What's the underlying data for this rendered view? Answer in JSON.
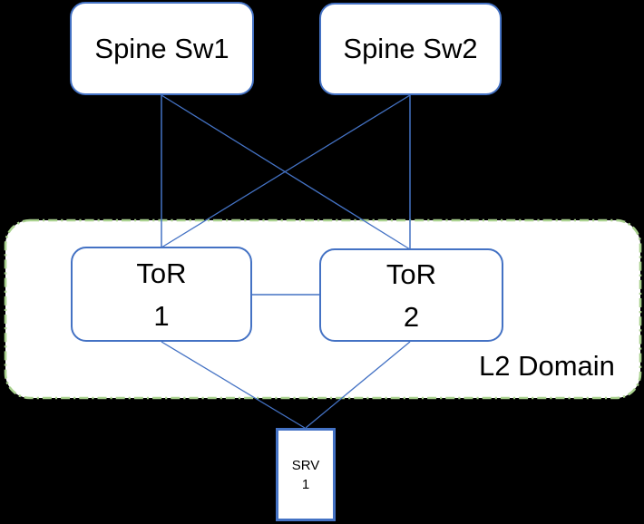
{
  "diagram": {
    "type": "network-topology",
    "background": "#000000"
  },
  "colors": {
    "node_border": "#4472C4",
    "node_fill": "#FFFFFF",
    "connector": "#4472C4",
    "domain_border": "#A9D18E",
    "domain_fill": "#FFFFFF",
    "text": "#000000"
  },
  "nodes": {
    "spine1": {
      "label": "Spine Sw1"
    },
    "spine2": {
      "label": "Spine Sw2"
    },
    "tor1": {
      "line1": "ToR",
      "line2": "1"
    },
    "tor2": {
      "line1": "ToR",
      "line2": "2"
    },
    "srv1": {
      "line1": "SRV",
      "line2": "1"
    }
  },
  "domain": {
    "label": "L2 Domain"
  },
  "connections": [
    {
      "from": "Spine Sw1",
      "to": "ToR 1"
    },
    {
      "from": "Spine Sw1",
      "to": "ToR 2"
    },
    {
      "from": "Spine Sw2",
      "to": "ToR 2"
    },
    {
      "from": "Spine Sw2",
      "to": "ToR 1"
    },
    {
      "from": "ToR 1",
      "to": "ToR 2"
    },
    {
      "from": "ToR 1",
      "to": "SRV 1"
    },
    {
      "from": "ToR 2",
      "to": "SRV 1"
    }
  ]
}
